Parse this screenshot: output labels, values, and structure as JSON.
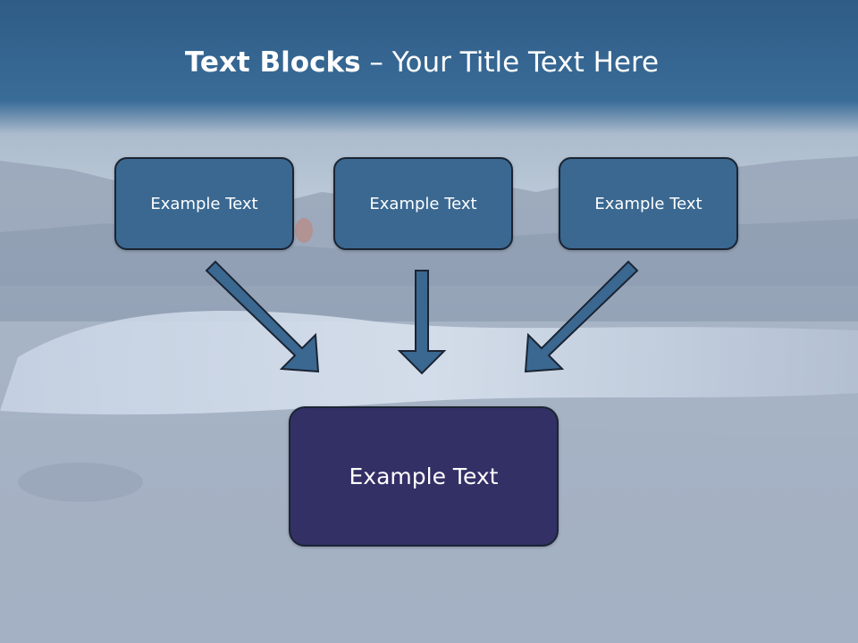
{
  "slide": {
    "title_bold": "Text Blocks",
    "title_separator": " – ",
    "title_rest": "Your Title Text Here"
  },
  "blocks": {
    "top": [
      {
        "text": "Example Text"
      },
      {
        "text": "Example Text"
      },
      {
        "text": "Example Text"
      }
    ],
    "main": {
      "text": "Example Text"
    }
  },
  "colors": {
    "title_bar": "#3a6891",
    "top_box": "#3a6891",
    "main_box": "#333066",
    "arrow_fill": "#3a6891",
    "box_border": "#1b2433"
  }
}
